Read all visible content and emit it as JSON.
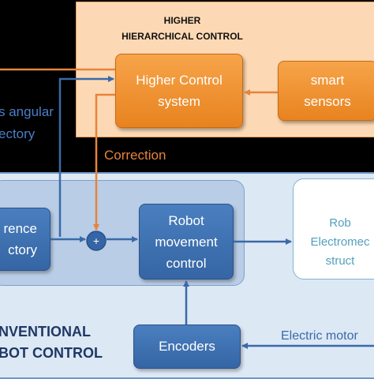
{
  "higher": {
    "title_line1": "HIGHER",
    "title_line2": "HIERARCHICAL CONTROL",
    "control_system": {
      "line1": "Higher Control",
      "line2": "system"
    },
    "sensors": {
      "line1": "smart",
      "line2": "sensors"
    }
  },
  "left_text": {
    "line1": "s angular",
    "line2": "ectory"
  },
  "correction_label": "Correction",
  "conventional": {
    "reference": {
      "line1": "rence",
      "line2": "ctory"
    },
    "sum_symbol": "+",
    "robot_control": {
      "line1": "Robot",
      "line2": "movement",
      "line3": "control"
    },
    "encoders": "Encoders",
    "electric_motor_label": "Electric motor",
    "title_line1": "NVENTIONAL",
    "title_line2": "BOT CONTROL"
  },
  "electromech": {
    "line1": "Rob",
    "line2": "Electromec",
    "line3": "struct"
  },
  "colors": {
    "orange": "#e8831f",
    "blue": "#3565a4",
    "correction": "#e8833a",
    "dark_blue_text": "#1f3864"
  }
}
